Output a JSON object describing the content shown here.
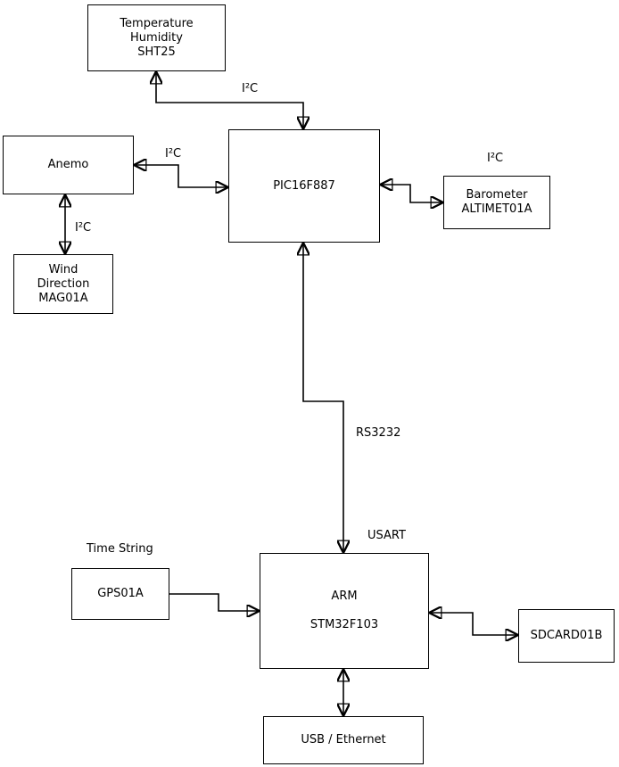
{
  "diagram": {
    "title_hint": "Weather station block diagram",
    "colors": {
      "line": "#000000",
      "box_border": "#000000",
      "background": "#ffffff",
      "text": "#000000"
    },
    "nodes": {
      "sht25": {
        "lines": [
          "Temperature",
          "Humidity",
          "SHT25"
        ]
      },
      "anemo": {
        "lines": [
          "Anemo"
        ]
      },
      "wind": {
        "lines": [
          "Wind",
          "Direction",
          "MAG01A"
        ]
      },
      "pic": {
        "lines": [
          "PIC16F887"
        ]
      },
      "barometer": {
        "lines": [
          "Barometer",
          "ALTIMET01A"
        ]
      },
      "gps": {
        "lines": [
          "GPS01A"
        ]
      },
      "arm": {
        "lines": [
          "ARM",
          "STM32F103"
        ]
      },
      "sdcard": {
        "lines": [
          "SDCARD01B"
        ]
      },
      "usb": {
        "lines": [
          "USB / Ethernet"
        ]
      }
    },
    "labels": {
      "i2c_sht25": "I²C",
      "i2c_anemo": "I²C",
      "i2c_wind": "I²C",
      "i2c_baro": "I²C",
      "rs3232": "RS3232",
      "usart": "USART",
      "time_string": "Time String"
    },
    "connections": [
      {
        "from": "pic",
        "to": "sht25",
        "bidirectional": true,
        "label": "I²C"
      },
      {
        "from": "pic",
        "to": "anemo",
        "bidirectional": true,
        "label": "I²C"
      },
      {
        "from": "anemo",
        "to": "wind",
        "bidirectional": true,
        "label": "I²C"
      },
      {
        "from": "pic",
        "to": "barometer",
        "bidirectional": true,
        "label": "I²C"
      },
      {
        "from": "pic",
        "to": "arm",
        "bidirectional": true,
        "label": "RS3232 / USART"
      },
      {
        "from": "gps",
        "to": "arm",
        "bidirectional": false,
        "label": "Time String"
      },
      {
        "from": "arm",
        "to": "sdcard",
        "bidirectional": true,
        "label": ""
      },
      {
        "from": "arm",
        "to": "usb",
        "bidirectional": true,
        "label": ""
      }
    ]
  }
}
